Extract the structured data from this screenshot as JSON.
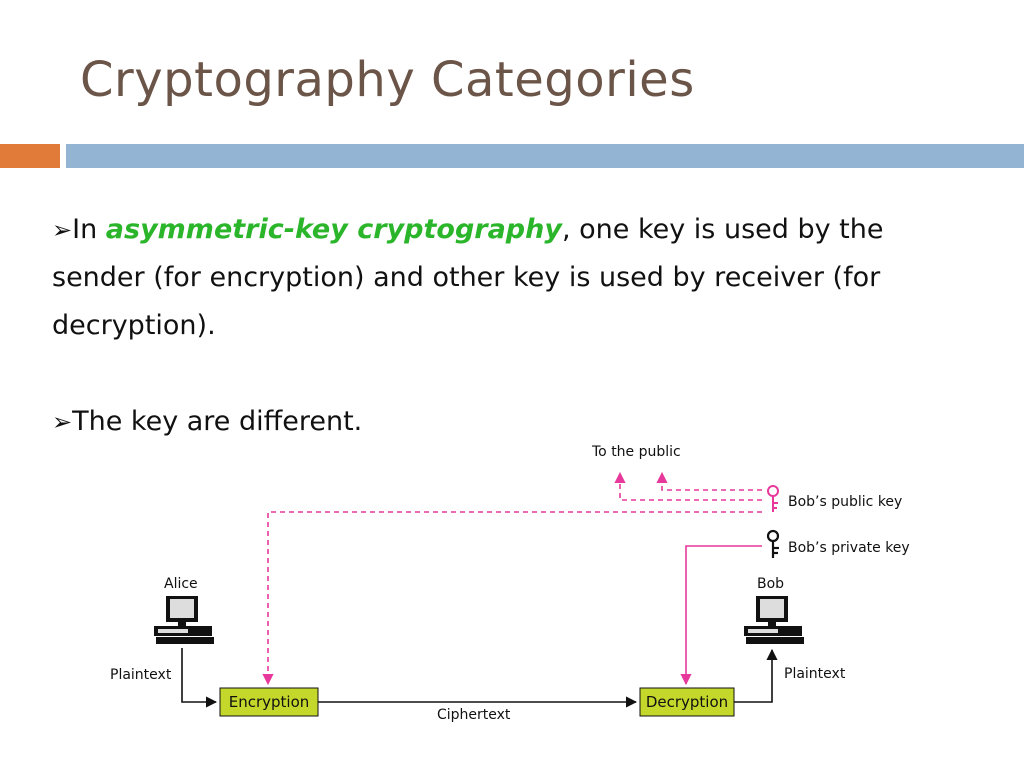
{
  "slide": {
    "title": "Cryptography Categories",
    "bullets": [
      {
        "marker": "➢",
        "before": "In ",
        "highlight": "asymmetric-key cryptography",
        "after": ", one key is used by the sender (for encryption)  and other key is used by receiver (for decryption)."
      },
      {
        "marker": "➢",
        "text": "The key are different."
      }
    ]
  },
  "diagram": {
    "public_label": "To the public",
    "public_key_label": "Bob’s public key",
    "private_key_label": "Bob’s private key",
    "sender": "Alice",
    "receiver": "Bob",
    "plaintext_in": "Plaintext",
    "plaintext_out": "Plaintext",
    "encryption": "Encryption",
    "decryption": "Decryption",
    "ciphertext": "Ciphertext",
    "colors": {
      "public_key": "#e6399b",
      "box": "#c4d82b"
    }
  }
}
